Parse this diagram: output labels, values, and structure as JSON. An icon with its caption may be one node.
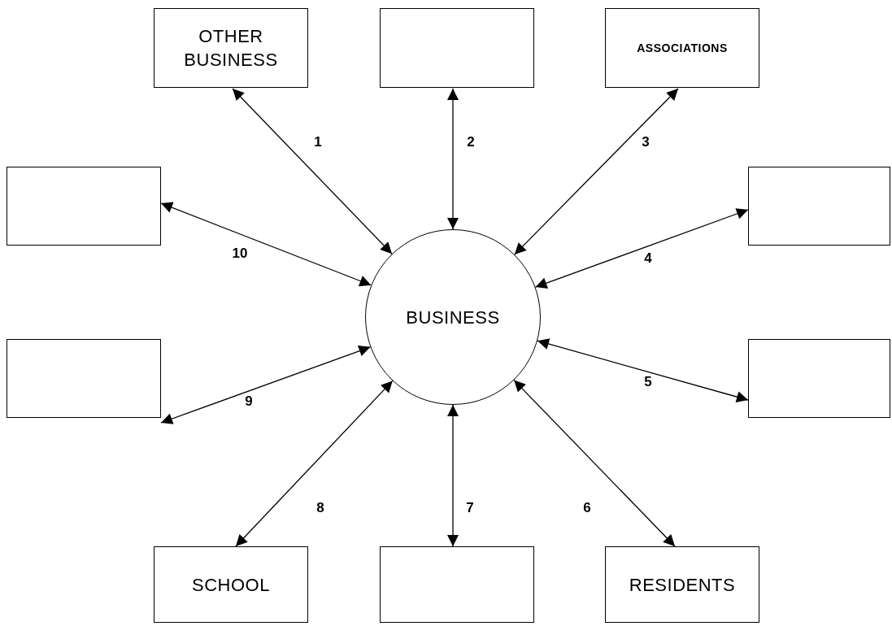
{
  "diagram": {
    "nodes": [
      {
        "text": [
          "OTHER BUSINESS"
        ]
      },
      {
        "text": [],
        "shape": "box"
      },
      {
        "text": [
          "ASSOCIATIONS"
        ]
      },
      {
        "text": [],
        "shape": "box"
      },
      {
        "text": [],
        "shape": "box"
      },
      {
        "text": [
          "BUSINESS"
        ]
      },
      {
        "text": [],
        "shape": "box"
      },
      {
        "text": [],
        "shape": "box"
      },
      {
        "text": [
          "SCHOOL"
        ]
      },
      {
        "text": [],
        "shape": "box"
      },
      {
        "text": [
          "RESIDENTS"
        ]
      }
    ],
    "edges": [
      {
        "from": 0,
        "to": 5,
        "arrow": "both",
        "label": "1"
      },
      {
        "from": 1,
        "to": 5,
        "arrow": "both",
        "label": "2"
      },
      {
        "from": 2,
        "to": 5,
        "arrow": "both",
        "label": "3"
      },
      {
        "from": 4,
        "to": 5,
        "arrow": "both",
        "label": "4"
      },
      {
        "from": 7,
        "to": 5,
        "arrow": "both",
        "label": "5"
      },
      {
        "from": 10,
        "to": 5,
        "arrow": "both",
        "label": "6"
      },
      {
        "from": 9,
        "to": 5,
        "arrow": "both",
        "label": "7"
      },
      {
        "from": 8,
        "to": 5,
        "arrow": "both",
        "label": "8"
      },
      {
        "from": 6,
        "to": 5,
        "arrow": "both",
        "label": "9"
      },
      {
        "from": 3,
        "to": 5,
        "arrow": "both",
        "label": "10"
      }
    ]
  }
}
